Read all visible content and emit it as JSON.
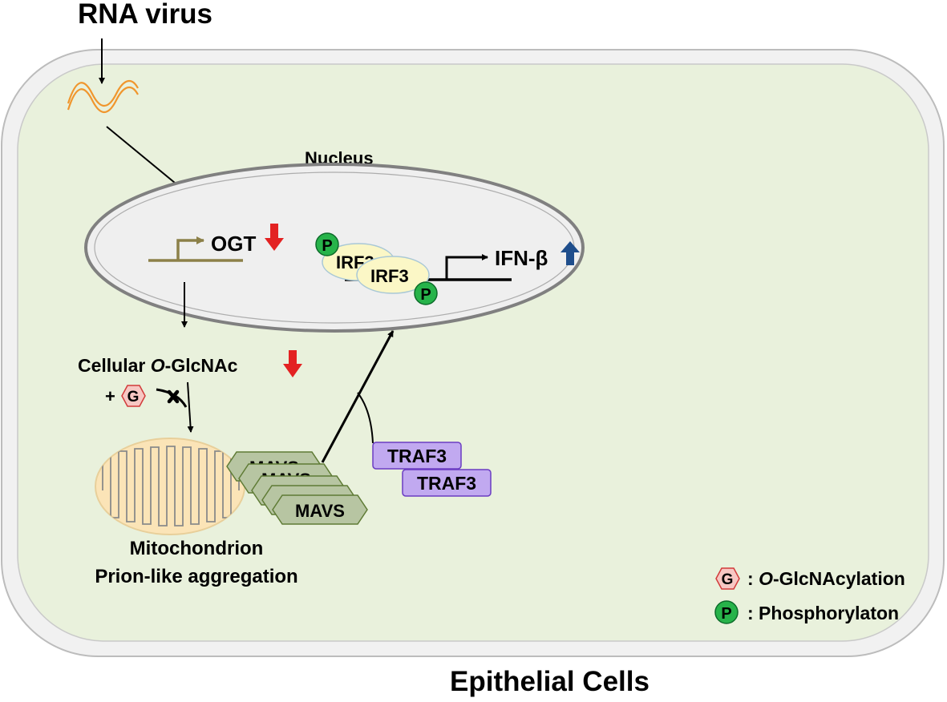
{
  "colors": {
    "cell_fill": "#e9f1dc",
    "cell_border": "#bcbcbc",
    "nucleus_fill": "#efefef",
    "nucleus_border": "#808080",
    "rna": "#f0962d",
    "promoter": "#8c8048",
    "red_arrow": "#e32222",
    "blue_arrow": "#1f4e8c",
    "irf_fill": "#fbf7c6",
    "irf_border": "#a9c8d6",
    "phospho_fill": "#27b34a",
    "phospho_border": "#0c6b2a",
    "glcnac_fill": "#f7c7c3",
    "glcnac_border": "#d23a3a",
    "mito_fill": "#fbe4b7",
    "mito_border": "#e8cf9a",
    "mavs_fill": "#b7c5a2",
    "mavs_border": "#5f7b35",
    "traf_fill": "#c1a9f0",
    "traf_border": "#6a3cc2"
  },
  "labels": {
    "rna_virus": "RNA virus",
    "nucleus": "Nucleus",
    "ogt": "OGT",
    "irf3_back": "IRF3",
    "irf3_front": "IRF3",
    "ifn_beta": "IFN-β",
    "cellular_prefix": "Cellular ",
    "cellular_o": "O",
    "cellular_suffix": "-GlcNAc",
    "plus": "+",
    "g": "G",
    "p": "P",
    "mavs": "MAVS",
    "traf3": "TRAF3",
    "mitochondrion": "Mitochondrion",
    "prion": "Prion-like aggregation",
    "epithelial": "Epithelial Cells"
  },
  "legend": {
    "glcnac_symbol": "G",
    "glcnac_colon": ": ",
    "glcnac_o": "O",
    "glcnac_rest": "-GlcNAcylation",
    "phospho_symbol": "P",
    "phospho_text": ": Phosphorylaton"
  }
}
